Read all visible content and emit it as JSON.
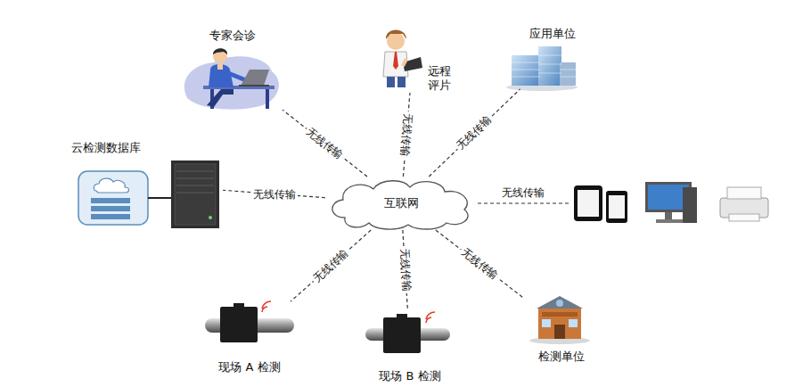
{
  "diagram": {
    "nodes": [
      {
        "text": [
          "专家会诊"
        ]
      },
      {
        "text": [
          "远程 评片"
        ]
      },
      {
        "text": [
          "应用单位"
        ]
      },
      {
        "text": [
          "云检测数据库"
        ]
      },
      {
        "text": [
          "互联网"
        ]
      },
      {
        "text": [
          "现场 A 检测"
        ]
      },
      {
        "text": [
          "现场 B 检测"
        ]
      },
      {
        "text": [
          "检测单位"
        ]
      }
    ],
    "edges": [
      {
        "from": 4,
        "to": 0,
        "label": "无线传输",
        "arrow": "none"
      },
      {
        "from": 4,
        "to": 1,
        "label": "无线传输",
        "arrow": "none"
      },
      {
        "from": 4,
        "to": 2,
        "label": "无线传输",
        "arrow": "none"
      },
      {
        "from": 4,
        "to": 3,
        "label": "无线传输",
        "arrow": "none"
      },
      {
        "from": 4,
        "to": 5,
        "label": "无线传输",
        "arrow": "none"
      },
      {
        "from": 4,
        "to": 6,
        "label": "无线传输",
        "arrow": "none"
      },
      {
        "from": 4,
        "to": 7,
        "label": "无线传输",
        "arrow": "none"
      }
    ],
    "labels": [
      "无线传输"
    ]
  }
}
